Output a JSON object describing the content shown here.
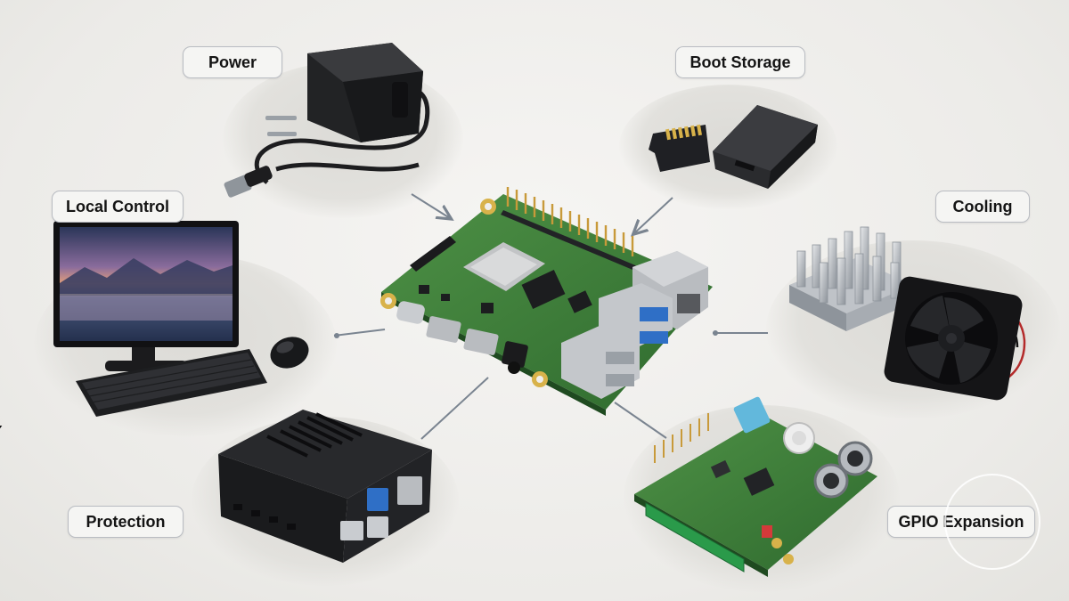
{
  "labels": {
    "power": "Power",
    "boot_storage": "Boot Storage",
    "local_control": "Local Control",
    "cooling": "Cooling",
    "protection": "Protection",
    "gpio_expansion": "GPIO Expansion"
  },
  "colors": {
    "pcb_green": "#3f7d3a",
    "connector_line": "#7a8490",
    "label_border": "#b9bcc2",
    "usb3_blue": "#2f6fc6"
  }
}
